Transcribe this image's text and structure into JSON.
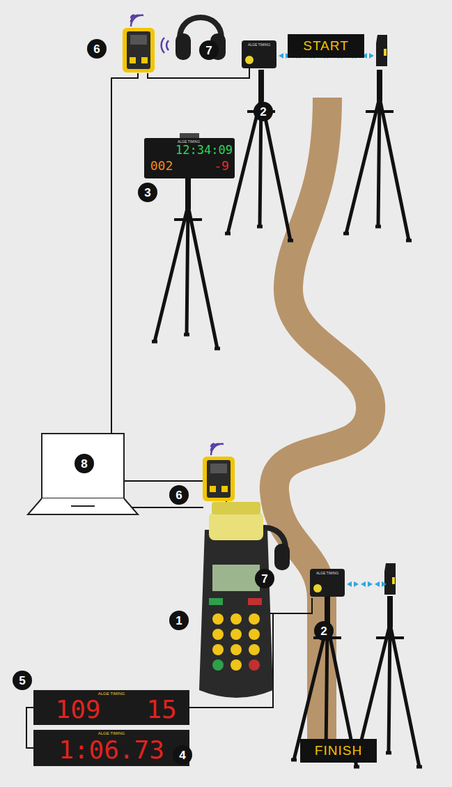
{
  "diagram": {
    "nodes": [
      {
        "text": [
          "START"
        ]
      },
      {
        "text": [
          "FINISH"
        ]
      }
    ],
    "labels": [
      "6",
      "7",
      "2",
      "ALGE TIMING",
      "ALGE TIMING",
      "12:34:09",
      "002",
      "-9",
      "3",
      "6",
      "8",
      "7",
      "1",
      "ALGE TIMING",
      "2",
      "5",
      "ALGE TIMING",
      "109",
      "15",
      "ALGE TIMING",
      "1:06.73",
      "4"
    ]
  }
}
